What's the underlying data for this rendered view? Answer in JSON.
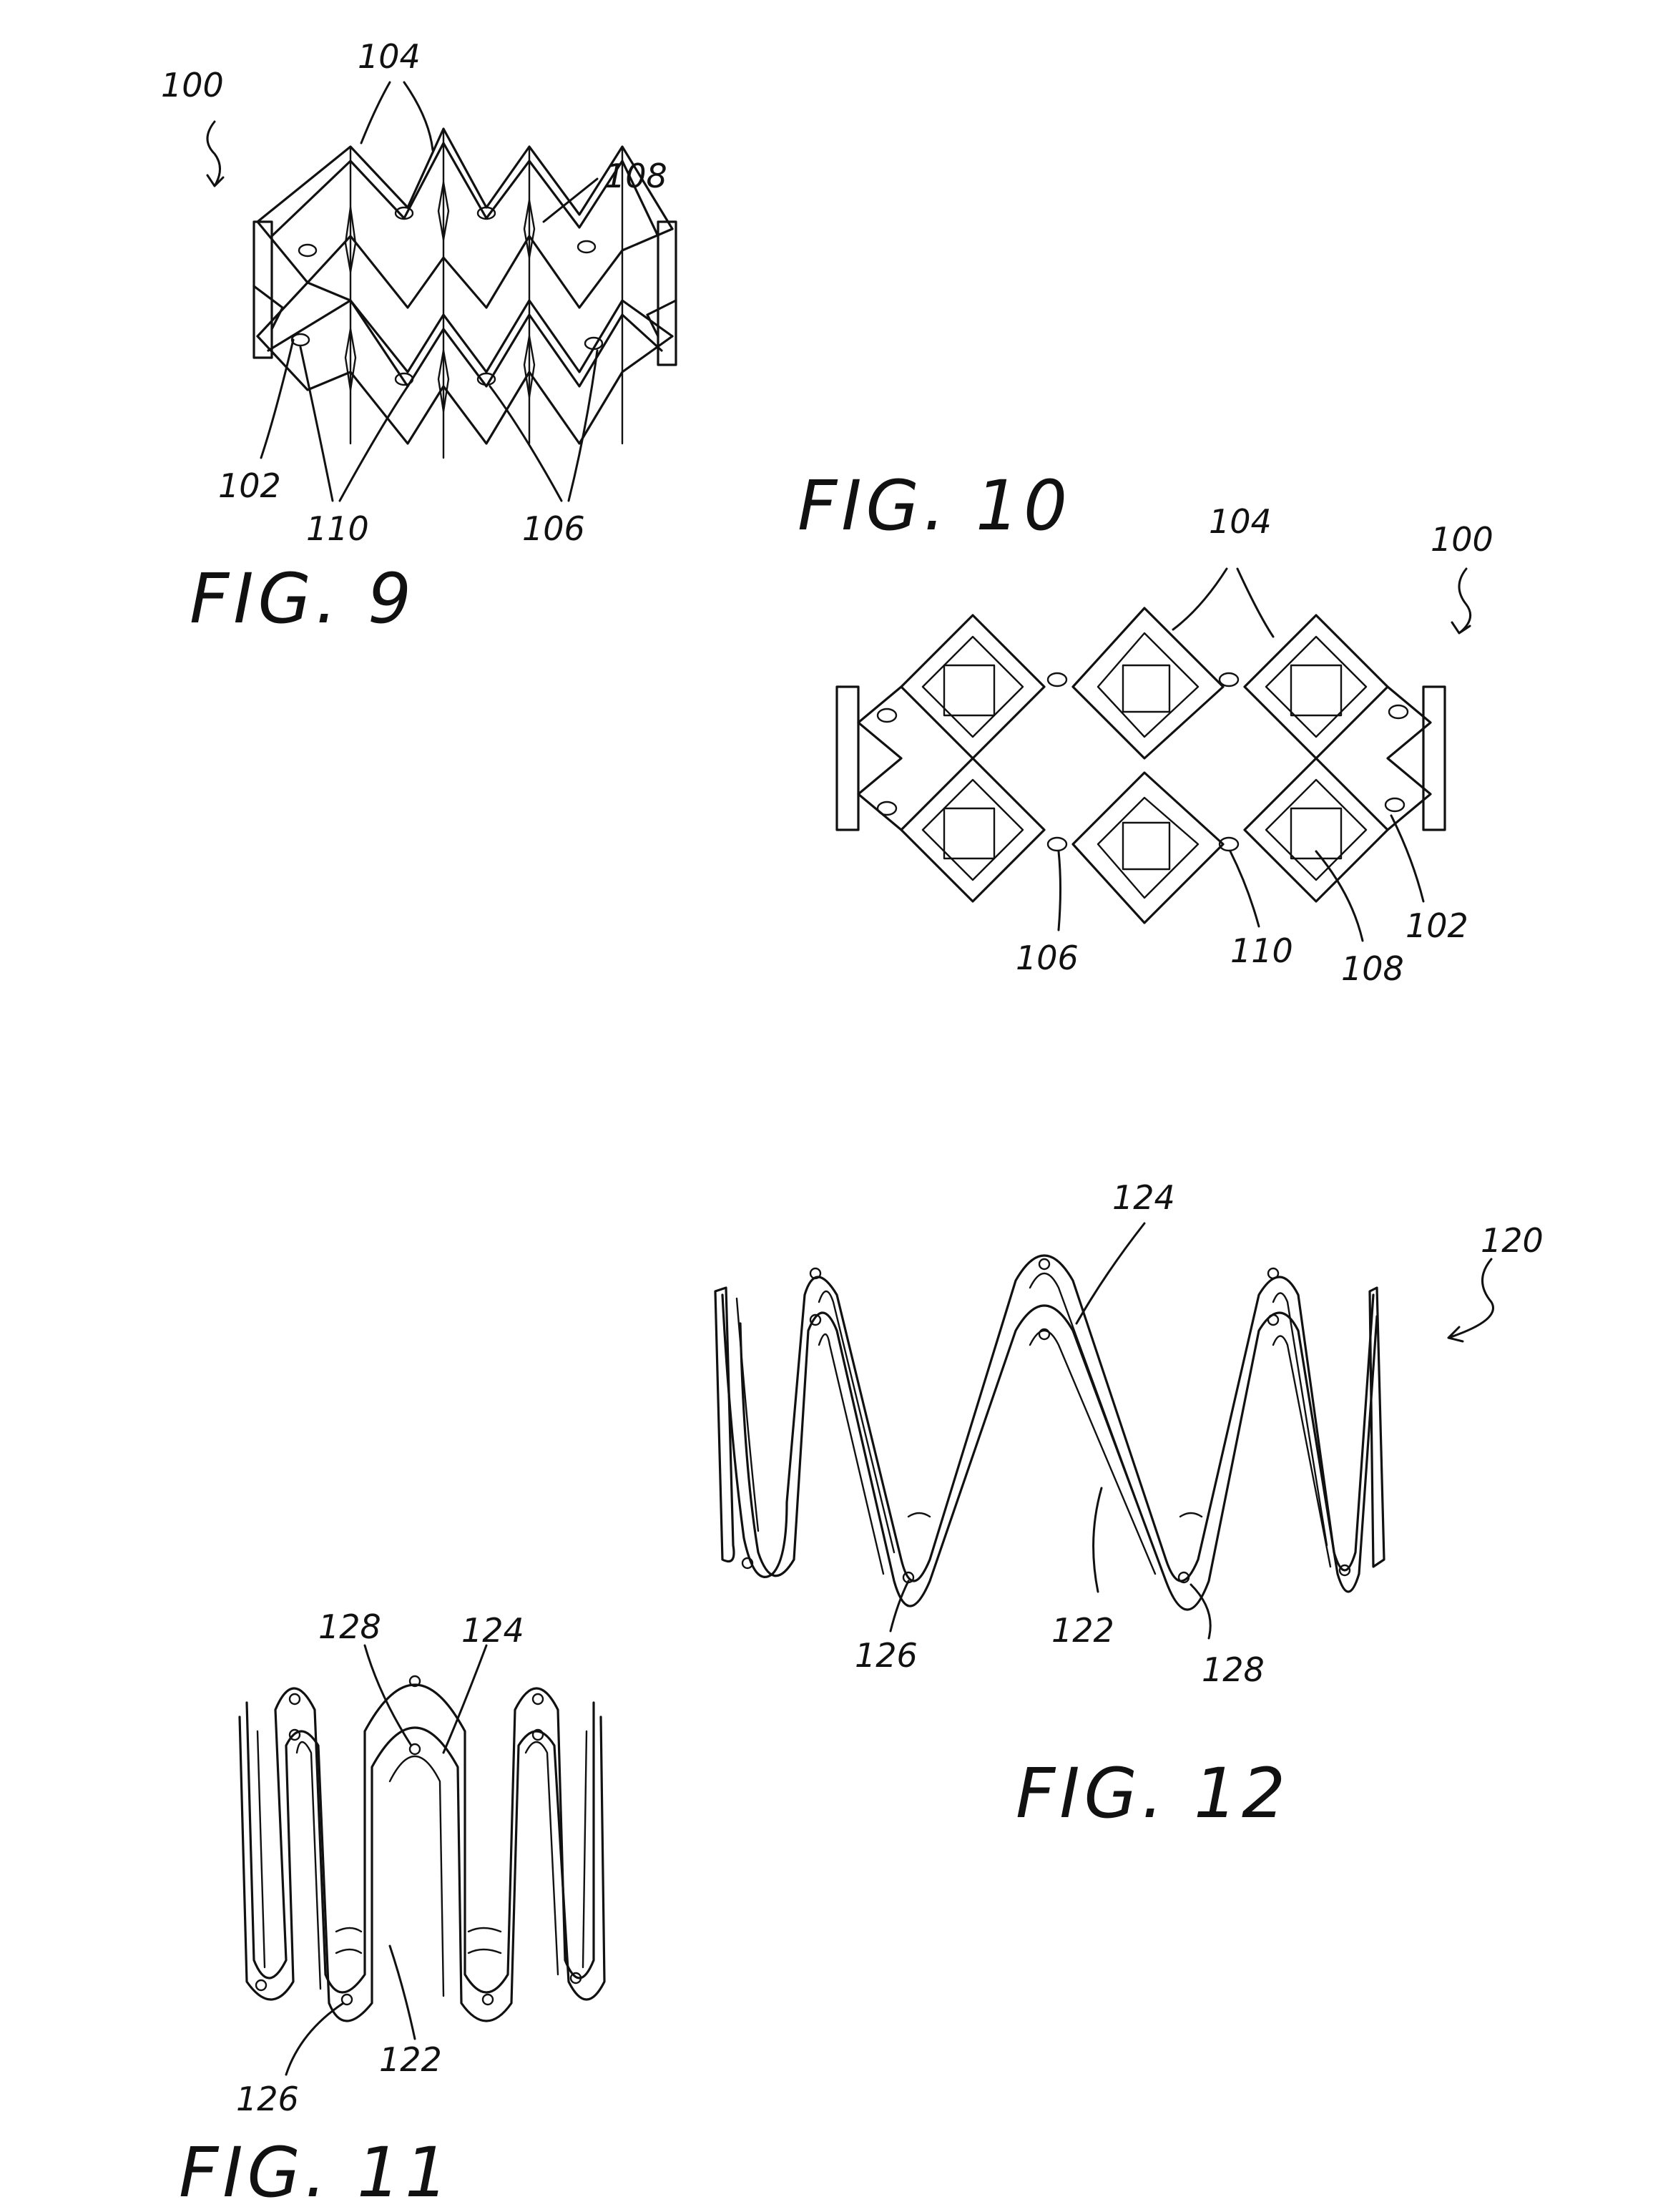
{
  "colors": {
    "ink": "#111111",
    "paper": "#ffffff"
  },
  "fig9": {
    "caption": "FIG.  9",
    "labels": {
      "r100": "100",
      "r104": "104",
      "r108": "108",
      "r102": "102",
      "r110": "110",
      "r106": "106"
    }
  },
  "fig10": {
    "caption": "FIG.  10",
    "labels": {
      "r104": "104",
      "r100": "100",
      "r106": "106",
      "r110": "110",
      "r108": "108",
      "r102": "102"
    }
  },
  "fig11": {
    "caption": "FIG.  11",
    "labels": {
      "r128": "128",
      "r124": "124",
      "r126": "126",
      "r122": "122"
    }
  },
  "fig12": {
    "caption": "FIG.  12",
    "labels": {
      "r124": "124",
      "r120": "120",
      "r126": "126",
      "r122": "122",
      "r128": "128"
    }
  }
}
